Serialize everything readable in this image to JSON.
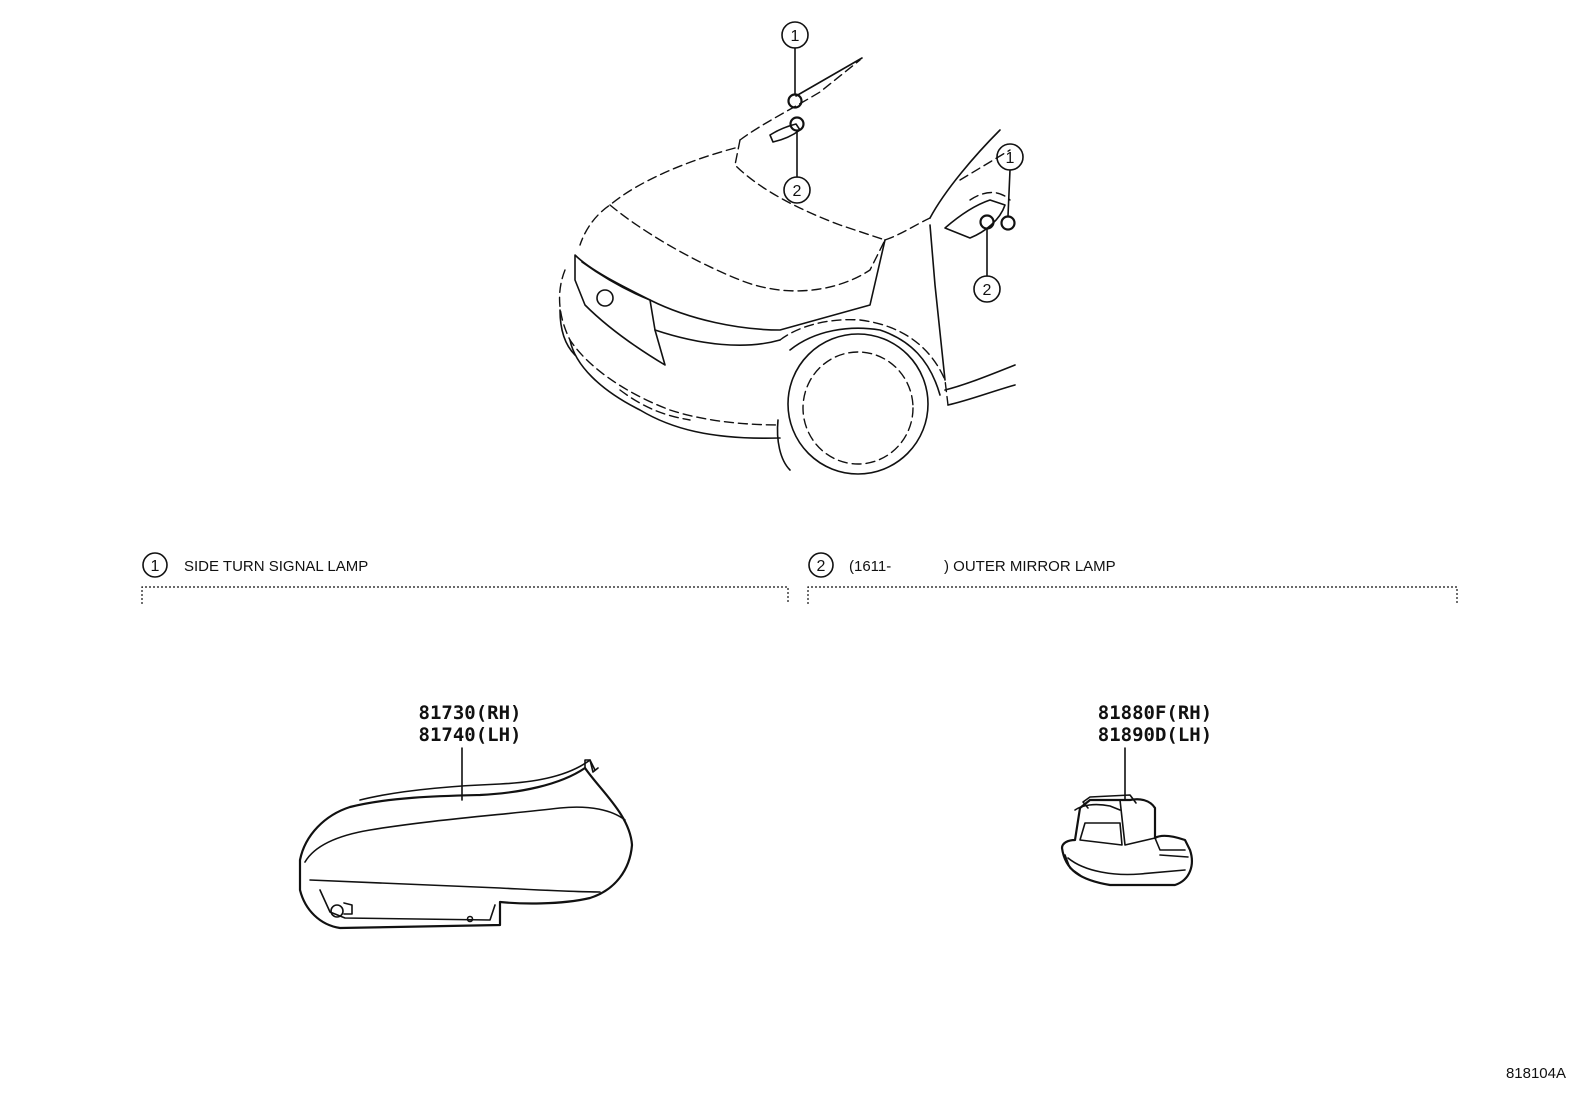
{
  "callouts": {
    "c1_top": "1",
    "c2_top": "2",
    "c1_right": "1",
    "c2_right": "2",
    "sec1": "1",
    "sec2": "2"
  },
  "sections": [
    {
      "number": "1",
      "title": "SIDE TURN SIGNAL LAMP"
    },
    {
      "number": "2",
      "title_prefix": "(1611-",
      "title": ") OUTER MIRROR LAMP"
    }
  ],
  "parts": {
    "side_turn": {
      "rh": "81730(RH)",
      "lh": "81740(LH)"
    },
    "outer_mirror": {
      "rh": "81880F(RH)",
      "lh": "81890D(LH)"
    }
  },
  "diagram_ref": "818104A"
}
